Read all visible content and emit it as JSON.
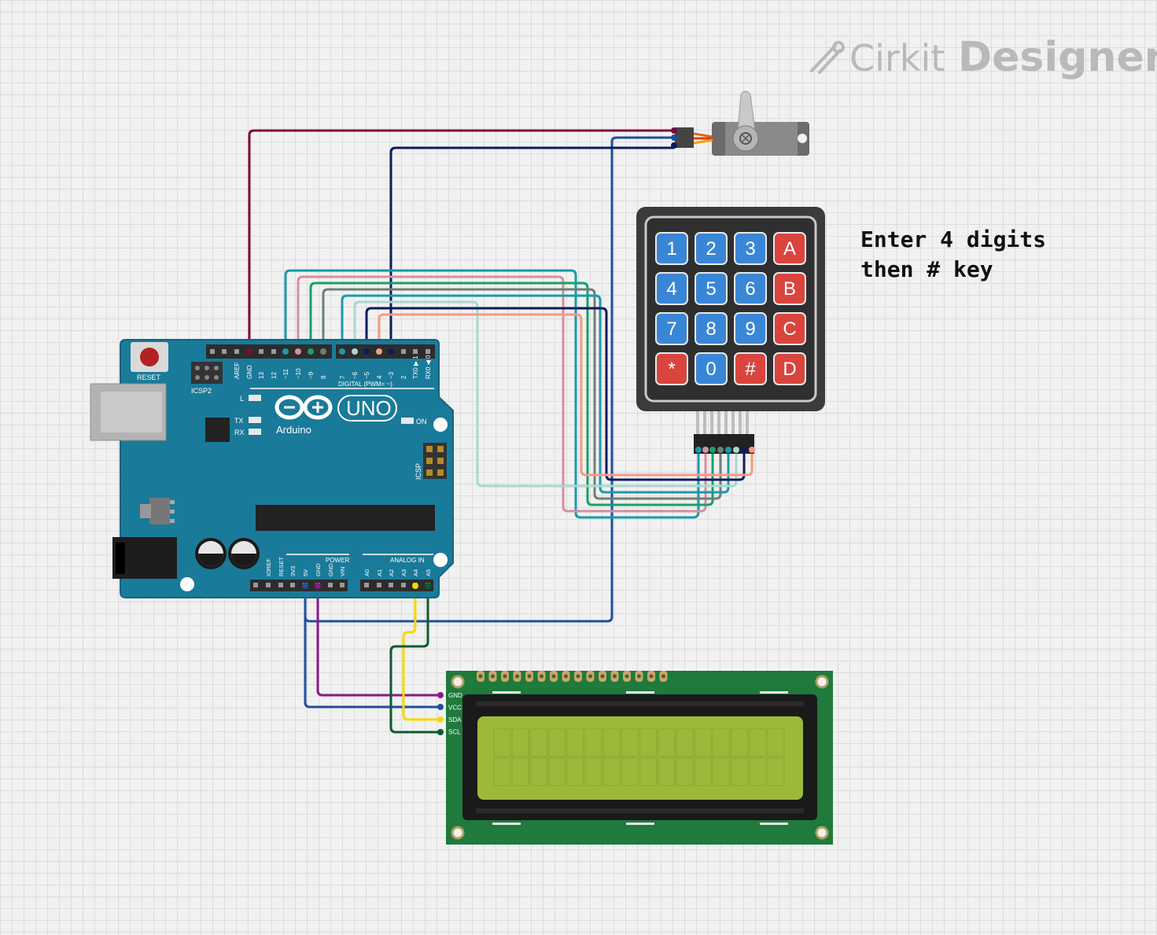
{
  "brand": {
    "name_light": "Cirkit",
    "name_bold": "Designer"
  },
  "note": {
    "line1": "Enter 4 digits",
    "line2": "then # key"
  },
  "arduino": {
    "logo_text": "UNO",
    "brand_text": "Arduino",
    "reset_label": "RESET",
    "icsp2_label": "ICSP2",
    "icsp_label": "ICSP",
    "digital_label": "DIGITAL (PWM= ~)",
    "power_label": "POWER",
    "analog_label": "ANALOG IN",
    "led_l": "L",
    "led_tx": "TX",
    "led_rx": "RX",
    "led_on": "ON",
    "top_pins": [
      "AREF",
      "GND",
      "13",
      "12",
      "~11",
      "~10",
      "~9",
      "8",
      "7",
      "~6",
      "~5",
      "4",
      "~3",
      "2",
      "TX0 ▶ 1",
      "RX0 ◀ 0"
    ],
    "power_pins": [
      "IOREF",
      "RESET",
      "3V3",
      "5V",
      "GND",
      "GND",
      "VIN"
    ],
    "analog_pins": [
      "A0",
      "A1",
      "A2",
      "A3",
      "A4",
      "A5"
    ]
  },
  "keypad": {
    "keys": [
      {
        "label": "1",
        "color": "#3a86d6"
      },
      {
        "label": "2",
        "color": "#3a86d6"
      },
      {
        "label": "3",
        "color": "#3a86d6"
      },
      {
        "label": "A",
        "color": "#d9453e"
      },
      {
        "label": "4",
        "color": "#3a86d6"
      },
      {
        "label": "5",
        "color": "#3a86d6"
      },
      {
        "label": "6",
        "color": "#3a86d6"
      },
      {
        "label": "B",
        "color": "#d9453e"
      },
      {
        "label": "7",
        "color": "#3a86d6"
      },
      {
        "label": "8",
        "color": "#3a86d6"
      },
      {
        "label": "9",
        "color": "#3a86d6"
      },
      {
        "label": "C",
        "color": "#d9453e"
      },
      {
        "label": "*",
        "color": "#d9453e"
      },
      {
        "label": "0",
        "color": "#3a86d6"
      },
      {
        "label": "#",
        "color": "#d9453e"
      },
      {
        "label": "D",
        "color": "#d9453e"
      }
    ]
  },
  "lcd": {
    "pins": [
      "GND",
      "VCC",
      "SDA",
      "SCL"
    ]
  },
  "colors": {
    "board": "#1a7a9a",
    "lcd_pcb": "#1f7a3c",
    "lcd_screen": "#9bba3a",
    "wire_servo_signal": "#7b0a3c",
    "wire_servo_vcc": "#1f4fa0",
    "wire_servo_gnd": "#0d1b5e",
    "wire_5v": "#1f4fa0",
    "wire_gnd": "#8a1a8a",
    "wire_sda": "#f5d800",
    "wire_scl": "#0e5a32"
  }
}
